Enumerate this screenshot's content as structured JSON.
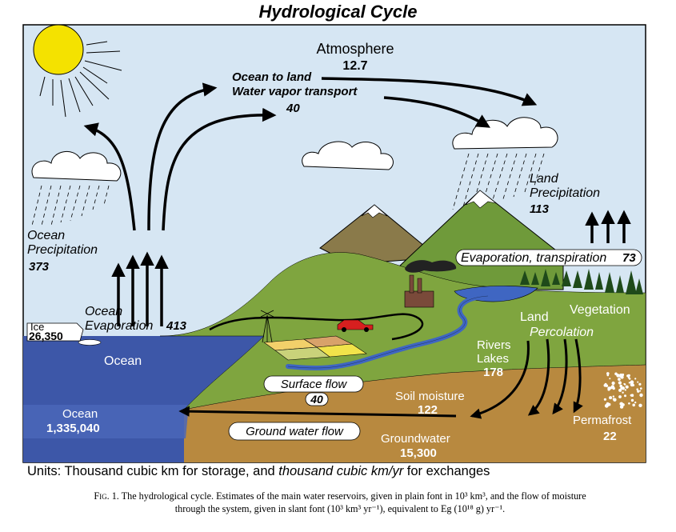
{
  "title": "Hydrological Cycle",
  "labels": {
    "atmosphere": "Atmosphere",
    "atmosphere_value": "12.7",
    "ocean_to_land_1": "Ocean to land",
    "ocean_to_land_2": "Water vapor transport",
    "ocean_to_land_value": "40",
    "land_precip_1": "Land",
    "land_precip_2": "Precipitation",
    "land_precip_value": "113",
    "ocean_precip_1": "Ocean",
    "ocean_precip_2": "Precipitation",
    "ocean_precip_value": "373",
    "evap_transp": "Evaporation, transpiration",
    "evap_transp_value": "73",
    "ocean_evap_1": "Ocean",
    "ocean_evap_2": "Evaporation",
    "ocean_evap_value": "413",
    "ice": "Ice",
    "ice_value": "26,350",
    "ocean": "Ocean",
    "land": "Land",
    "vegetation": "Vegetation",
    "percolation": "Percolation",
    "rivers_1": "Rivers",
    "rivers_2": "Lakes",
    "rivers_value": "178",
    "surface_flow": "Surface flow",
    "surface_flow_value": "40",
    "soil_moisture": "Soil moisture",
    "soil_moisture_value": "122",
    "ocean_storage": "Ocean",
    "ocean_storage_value": "1,335,040",
    "ground_water_flow": "Ground water flow",
    "groundwater": "Groundwater",
    "groundwater_value": "15,300",
    "permafrost": "Permafrost",
    "permafrost_value": "22"
  },
  "units_text_plain": "Units: Thousand cubic km for storage, and ",
  "units_text_italic": "thousand cubic km/yr",
  "units_text_end": " for exchanges",
  "caption": {
    "fig": "Fig. 1.",
    "line1": " The hydrological cycle. Estimates of the main water reservoirs, given in plain font in 10³ km³, and the flow of moisture",
    "line2": "through the system, given in slant font (10³ km³ yr⁻¹), equivalent to Eg (10¹⁸ g) yr⁻¹."
  },
  "colors": {
    "sky": "#d6e6f3",
    "ocean": "#3d57a8",
    "ocean_deep": "#4a66b9",
    "ground": "#b8893f",
    "hill_green": "#7fa53f",
    "mountain": "#8a7a4a",
    "river": "#3f66c2",
    "sun": "#f4e200"
  }
}
